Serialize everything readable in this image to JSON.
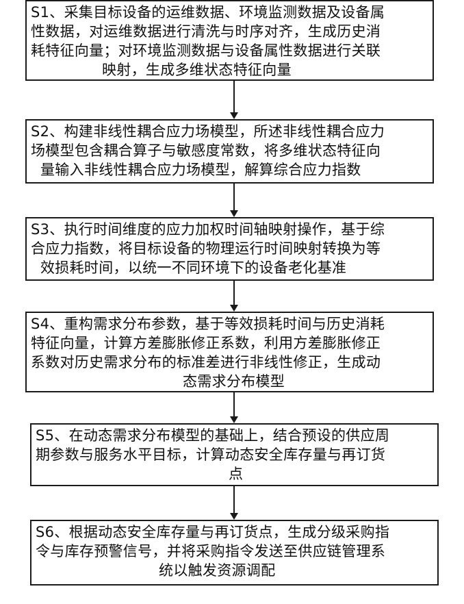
{
  "steps": [
    {
      "lines": [
        "S1、采集目标设备的运维数据、环境监测数据及设备属",
        "性数据，对运维数据进行清洗与时序对齐，生成历史消",
        "耗特征向量；对环境监测数据与设备属性数据进行关联",
        "映射，生成多维状态特征向量"
      ]
    },
    {
      "lines": [
        "S2、构建非线性耦合应力场模型，所述非线性耦合应力",
        "场模型包含耦合算子与敏感度常数，将多维状态特征向",
        "量输入非线性耦合应力场模型，解算综合应力指数"
      ]
    },
    {
      "lines": [
        "S3、执行时间维度的应力加权时间轴映射操作，基于综",
        "合应力指数，将目标设备的物理运行时间映射转换为等",
        "效损耗时间，以统一不同环境下的设备老化基准"
      ]
    },
    {
      "lines": [
        "S4、重构需求分布参数，基于等效损耗时间与历史消耗",
        "特征向量，计算方差膨胀修正系数，利用方差膨胀修正",
        "系数对历史需求分布的标准差进行非线性修正，生成动",
        "态需求分布模型"
      ]
    },
    {
      "lines": [
        "S5、在动态需求分布模型的基础上，结合预设的供应周",
        "期参数与服务水平目标，计算动态安全库存量与再订货",
        "点"
      ]
    },
    {
      "lines": [
        "S6、根据动态安全库存量与再订货点，生成分级采购指",
        "令与库存预警信号，并将采购指令发送至供应链管理系",
        "统以触发资源调配"
      ]
    }
  ]
}
